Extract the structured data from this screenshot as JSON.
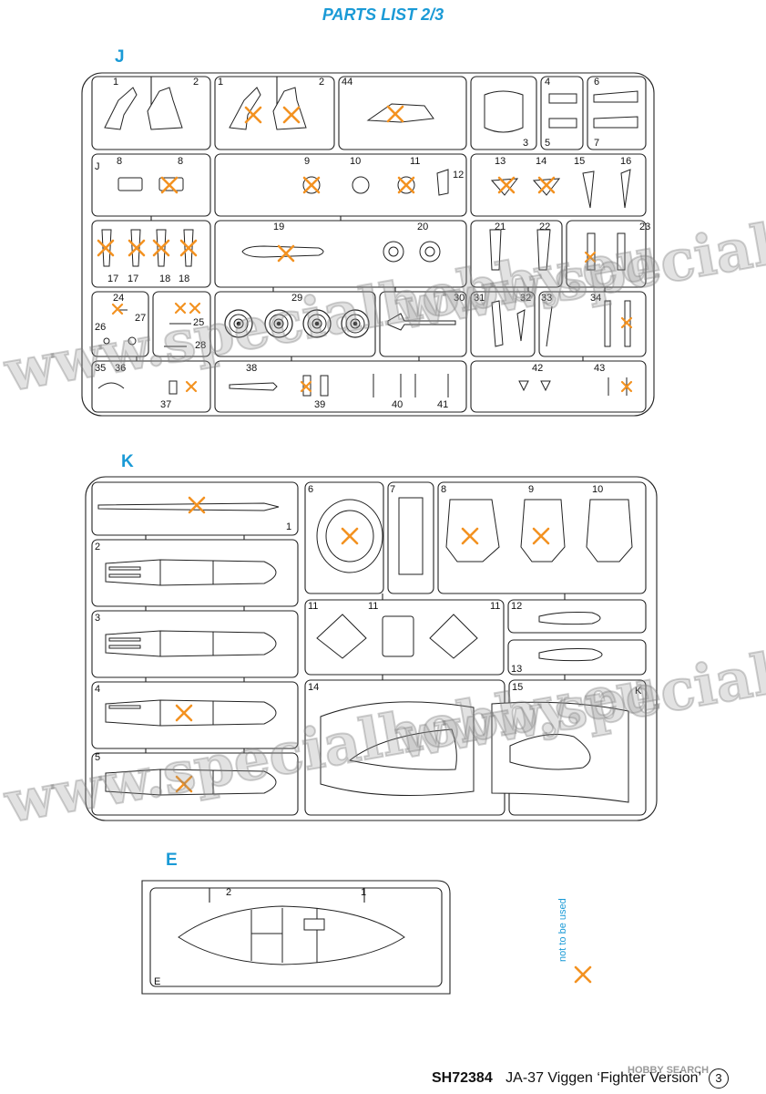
{
  "title": "PARTS LIST 2/3",
  "sprues": {
    "j": {
      "letter": "J",
      "corner_label": "J",
      "labels": [
        "1",
        "2",
        "1",
        "2",
        "44",
        "3",
        "4",
        "5",
        "6",
        "7",
        "8",
        "8",
        "9",
        "10",
        "11",
        "12",
        "13",
        "14",
        "15",
        "16",
        "19",
        "20",
        "17",
        "17",
        "18",
        "18",
        "21",
        "22",
        "23",
        "24",
        "27",
        "26",
        "25",
        "28",
        "29",
        "30",
        "31",
        "32",
        "33",
        "34",
        "35",
        "36",
        "37",
        "38",
        "39",
        "40",
        "41",
        "42",
        "43"
      ]
    },
    "k": {
      "letter": "K",
      "corner_label": "K",
      "labels": [
        "1",
        "6",
        "7",
        "8",
        "9",
        "10",
        "2",
        "3",
        "11",
        "11",
        "11",
        "12",
        "13",
        "4",
        "14",
        "15",
        "5"
      ]
    },
    "e": {
      "letter": "E",
      "corner_label": "E",
      "labels": [
        "2",
        "1"
      ]
    }
  },
  "legend": {
    "text": "not to be used",
    "mark_color": "#f39221"
  },
  "footer": {
    "code": "SH72384",
    "product": "JA-37 Viggen ‘Fighter Version’",
    "page": "3"
  },
  "watermarks": [
    "www.specialhobby.eu",
    "www.specialhobby.eu",
    "www.specialhobby.eu",
    "www.specialhobby.eu"
  ],
  "watermark_logo": "HOBBY SEARCH",
  "colors": {
    "accent": "#1a9ad6",
    "cross": "#f39221",
    "line": "#222222"
  }
}
